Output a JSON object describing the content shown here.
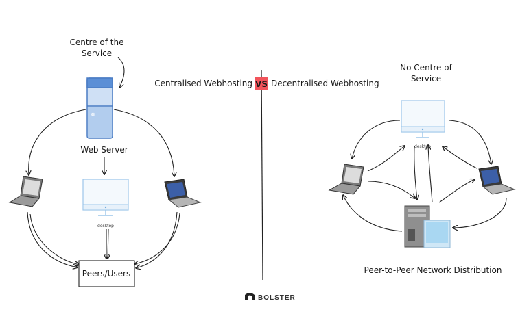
{
  "colors": {
    "server_blue": "#5b8fd6",
    "vs_badge": "#f2545b",
    "monitor_blue": "#bcd8f0"
  },
  "left": {
    "center_label_line1": "Centre of the",
    "center_label_line2": "Service",
    "server_label": "Web Server",
    "desktop_label": "desktop",
    "peers_label": "Peers/Users"
  },
  "header": {
    "left_title": "Centralised Webhosting",
    "vs": "VS",
    "right_title": "Decentralised Webhosting"
  },
  "right": {
    "no_center_line1": "No Centre of",
    "no_center_line2": "Service",
    "desktop_label": "desktop",
    "caption": "Peer-to-Peer Network Distribution"
  },
  "brand": {
    "name": "BOLSTER",
    "icon": "bolster-logo-icon"
  }
}
